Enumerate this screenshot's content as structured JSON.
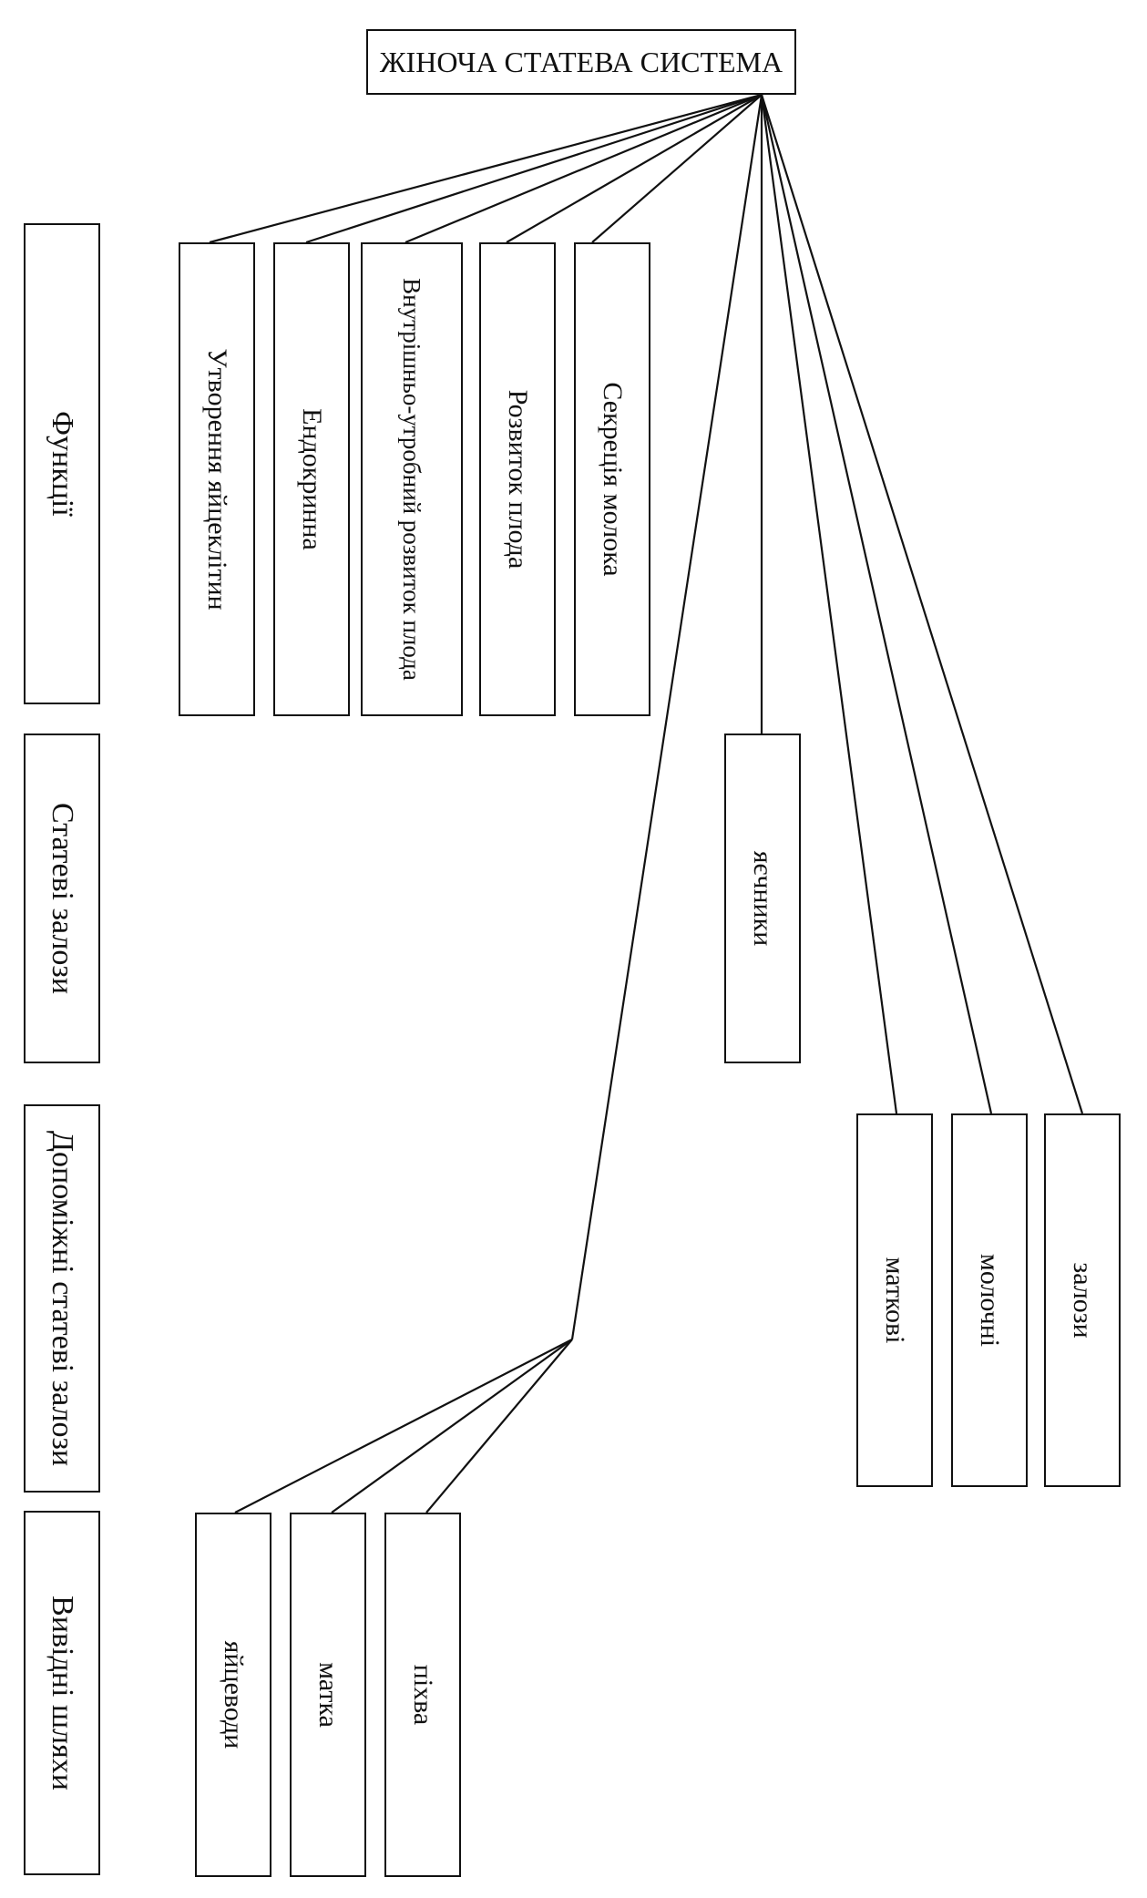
{
  "title": "ЖІНОЧА СТАТЕВА СИСТЕМА",
  "rows": {
    "functions": "Функції",
    "sex_glands": "Статеві залози",
    "accessory_glands": "Допоміжні статеві залози",
    "ducts": "Вивідні шляхи"
  },
  "functions": [
    "Утворення яйцеклітин",
    "Ендокринна",
    "Внутрішньо-утробний розвиток плода",
    "Розвиток плода",
    "Секреція молока"
  ],
  "sex_glands": [
    "яєчники"
  ],
  "accessory_glands": [
    "маткові",
    "молочні",
    "залози"
  ],
  "ducts": [
    "яйцеводи",
    "матка",
    "піхва"
  ]
}
